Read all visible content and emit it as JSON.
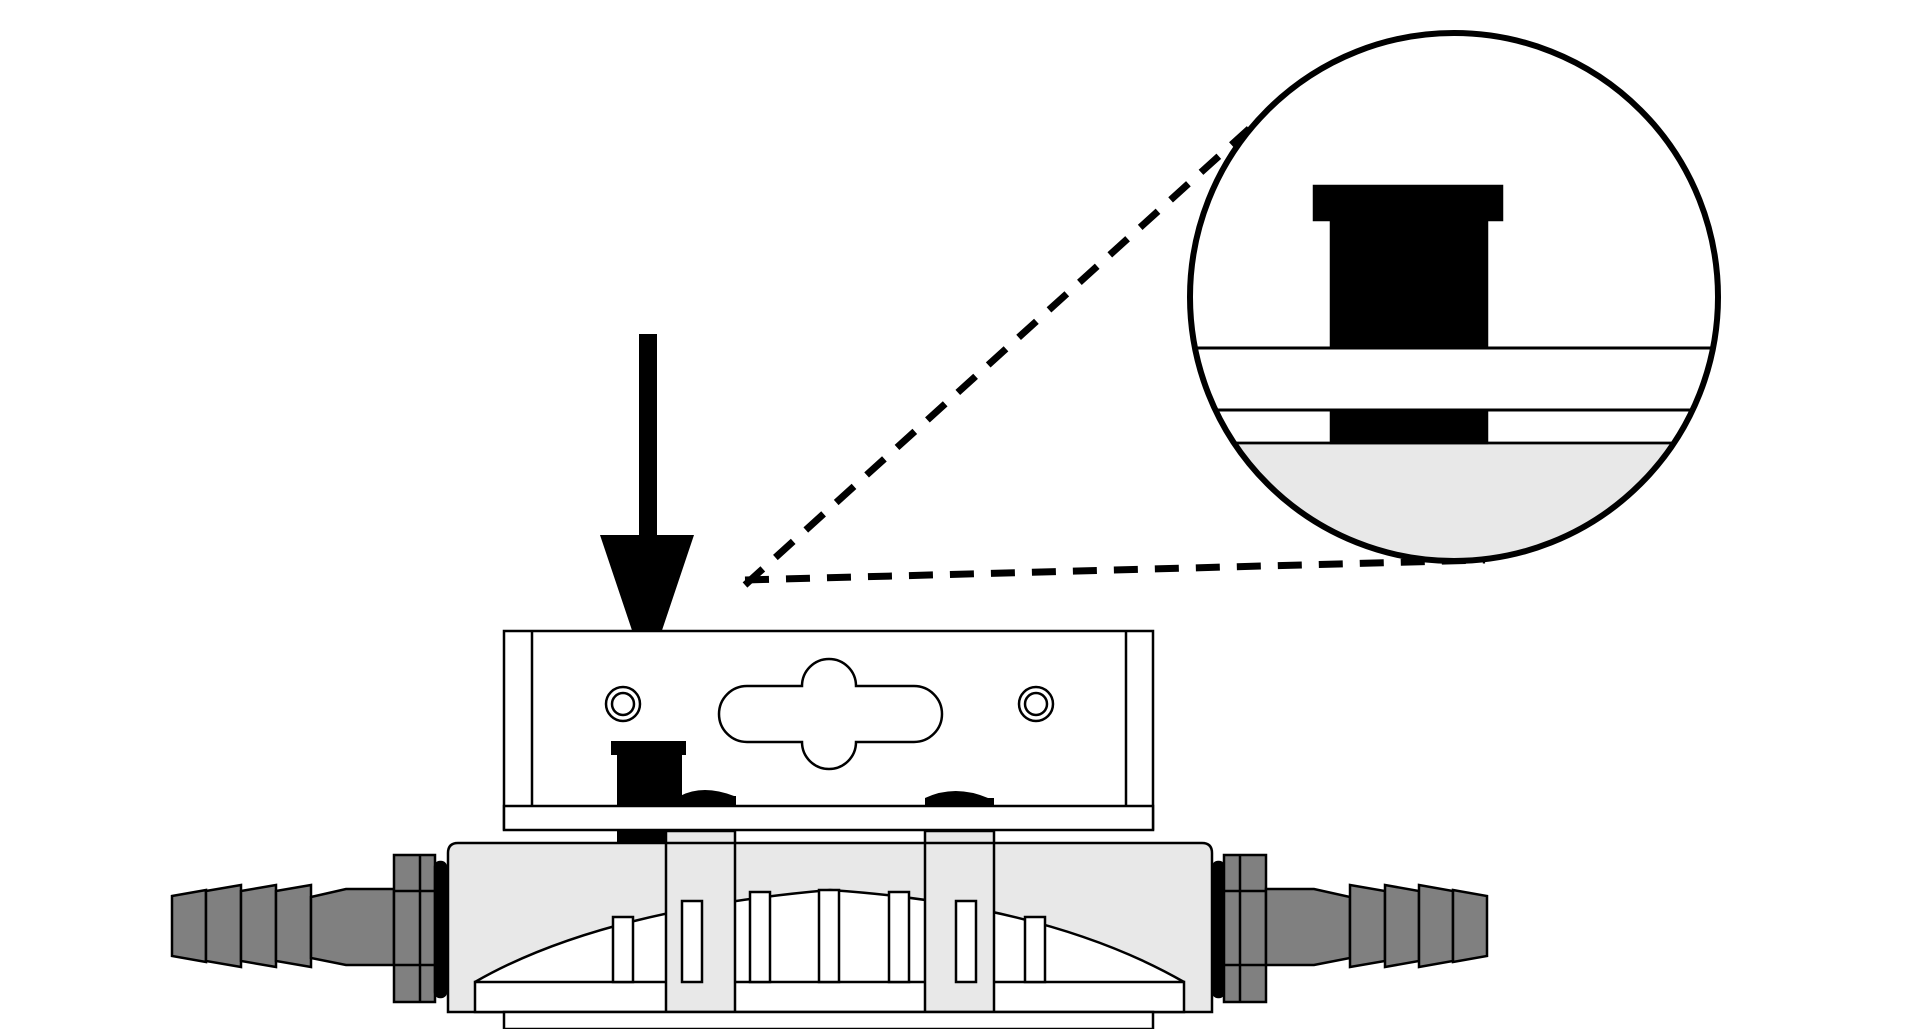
{
  "figure": {
    "kind": "technical-assembly-illustration",
    "text_labels": []
  },
  "colors": {
    "background": "#ffffff",
    "outline": "#000000",
    "filled_part": "#000000",
    "housing_fill": "#e8e8e8",
    "hose_fitting_fill": "#808080",
    "bracket_fill": "#ffffff"
  },
  "parts": [
    {
      "id": "pressing-arrow",
      "icon": "arrow-down-icon",
      "meaning": "press-downward"
    },
    {
      "id": "mounting-bracket",
      "icon": "bracket-icon"
    },
    {
      "id": "fastening-clip",
      "icon": "clip-icon"
    },
    {
      "id": "sensor-housing",
      "icon": "housing-icon"
    },
    {
      "id": "left-hose-barb",
      "icon": "hose-barb-icon"
    },
    {
      "id": "right-hose-barb",
      "icon": "hose-barb-icon"
    },
    {
      "id": "detail-magnifier",
      "icon": "magnifier-circle-icon"
    }
  ]
}
